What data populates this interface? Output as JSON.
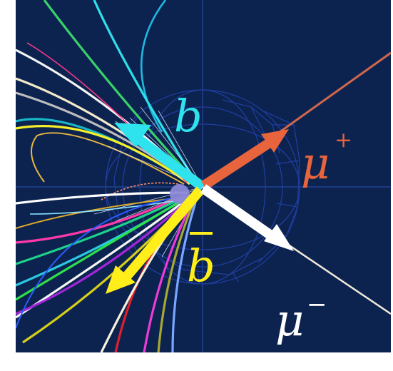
{
  "event_display": {
    "colors": {
      "background": "#0c2350",
      "b_jet": "#2ee3ee",
      "bbar_jet": "#ffee1a",
      "mu_plus": "#e8643c",
      "mu_minus": "#ffffff",
      "detector": "#1f3d9c"
    },
    "labels": {
      "b": "b",
      "bbar": "b",
      "mu_plus_base": "μ",
      "mu_plus_sup": "+",
      "mu_minus_base": "μ",
      "mu_minus_sup": "−"
    }
  }
}
